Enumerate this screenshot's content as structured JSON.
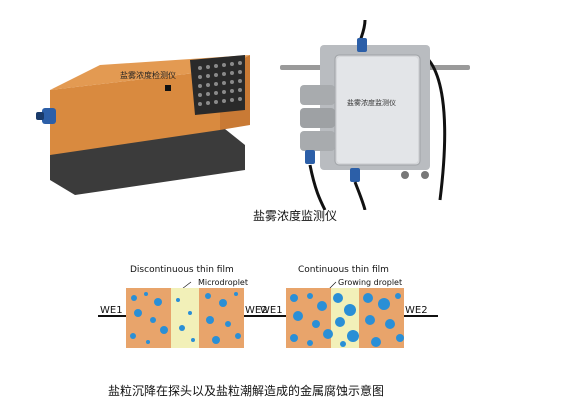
{
  "images": {
    "device_label_left": "盐雾浓度检测仪",
    "device_label_right": "盐雾浓度监测仪"
  },
  "captions": {
    "top": "盐雾浓度监测仪",
    "bottom": "盐粒沉降在探头以及盐粒潮解造成的金属腐蚀示意图"
  },
  "diagrams": {
    "left": {
      "title": "Discontinuous thin film",
      "annotation": "Microdroplet",
      "we1": "WE1",
      "we2": "WE2"
    },
    "right": {
      "title": "Continuous thin film",
      "annotation": "Growing droplet",
      "we1": "WE1",
      "we2": "WE2"
    }
  },
  "colors": {
    "electrode": "#e8a46b",
    "droplet": "#2a8fd6",
    "gap": "#f2f0b8"
  }
}
